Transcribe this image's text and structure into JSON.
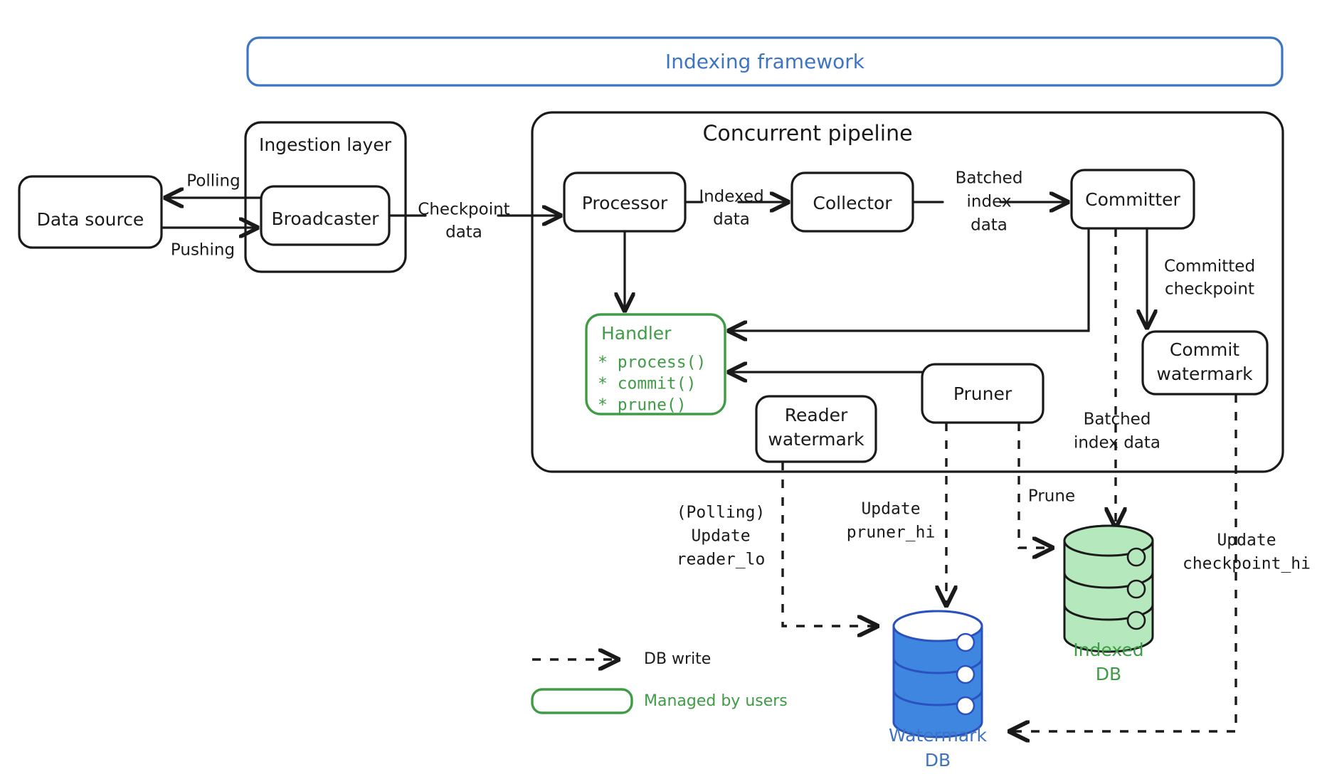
{
  "diagram": {
    "title": "Indexing framework",
    "groups": {
      "framework": "Indexing framework",
      "ingestion": "Ingestion layer",
      "pipeline": "Concurrent pipeline"
    },
    "nodes": {
      "data_source": "Data source",
      "broadcaster": "Broadcaster",
      "processor": "Processor",
      "collector": "Collector",
      "committer": "Committer",
      "handler_title": "Handler",
      "handler_methods": [
        "* process()",
        "* commit()",
        "* prune()"
      ],
      "commit_watermark_line1": "Commit",
      "commit_watermark_line2": "watermark",
      "reader_watermark_line1": "Reader",
      "reader_watermark_line2": "watermark",
      "pruner": "Pruner"
    },
    "databases": {
      "indexed_db_line1": "Indexed",
      "indexed_db_line2": "DB",
      "watermark_db_line1": "Watermark",
      "watermark_db_line2": "DB"
    },
    "edges": {
      "polling": "Polling",
      "pushing": "Pushing",
      "checkpoint_line1": "Checkpoint",
      "checkpoint_line2": "data",
      "indexed_line1": "Indexed",
      "indexed_line2": "data",
      "batched_line1": "Batched",
      "batched_line2": "index",
      "batched_line3": "data",
      "committed_line1": "Committed",
      "committed_line2": "checkpoint",
      "batched2_line1": "Batched",
      "batched2_line2": "index data",
      "prune": "Prune",
      "polling_paren": "(Polling)",
      "update_reader_line1": "Update",
      "update_reader_line2": "reader_lo",
      "update_pruner_line1": "Update",
      "update_pruner_line2": "pruner_hi",
      "update_checkpoint_line1": "Update",
      "update_checkpoint_line2": "checkpoint_hi"
    },
    "legend": {
      "db_write": "DB write",
      "managed_by_users": "Managed by users"
    },
    "colors": {
      "blue": "#3e74c4",
      "green": "#3f9c45",
      "ink": "#1a1a1a",
      "db_green_fill": "#b6e8bd",
      "db_blue_fill": "#3f86e0"
    }
  }
}
